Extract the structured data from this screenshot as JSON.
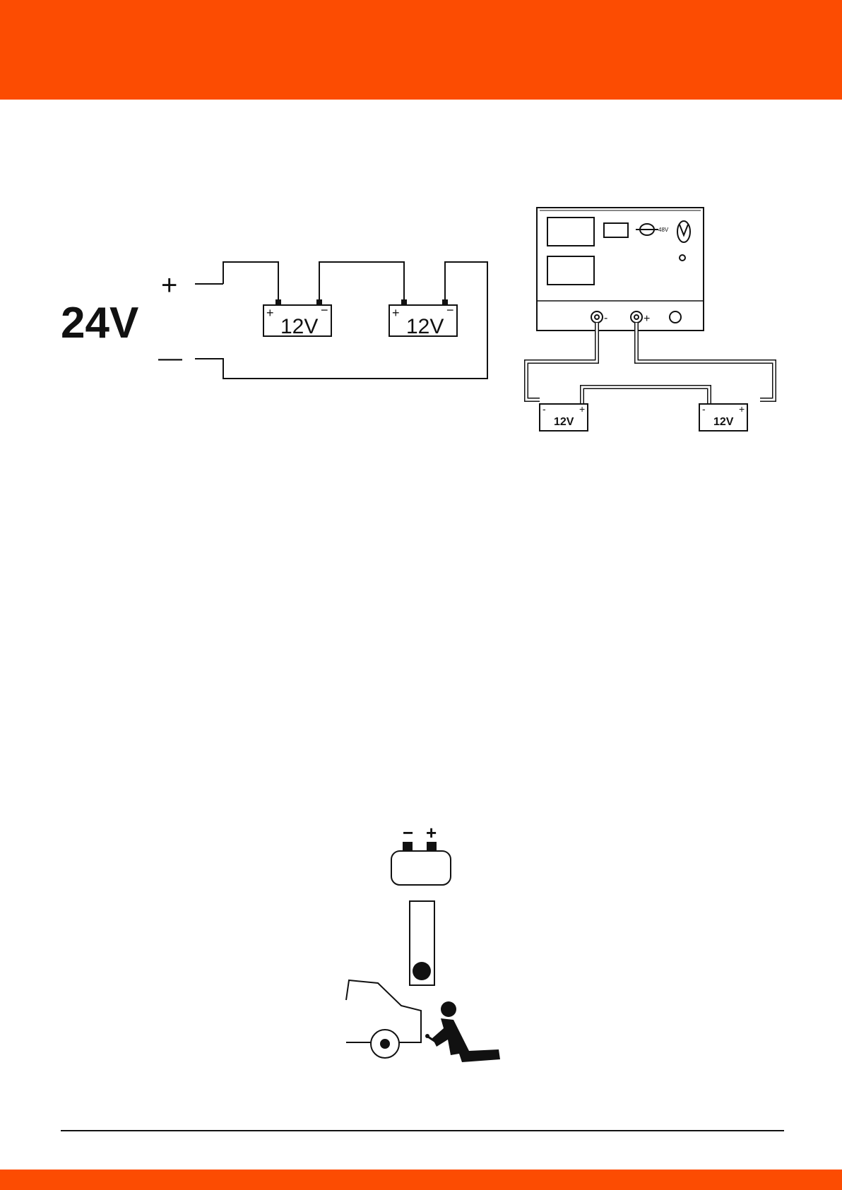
{
  "colors": {
    "band": "#fc4c02",
    "ink": "#111111"
  },
  "schematic": {
    "voltage_label": "24V",
    "plus_sign": "+",
    "minus_sign": "—",
    "batteries": [
      {
        "label": "12V",
        "plus": "+",
        "minus": "−"
      },
      {
        "label": "12V",
        "plus": "+",
        "minus": "−"
      }
    ]
  },
  "charger_drawing": {
    "terminal_minus": "-",
    "terminal_plus": "+",
    "dial_mark": "48V",
    "batteries": [
      {
        "label": "12V",
        "minus": "-",
        "plus": "+"
      },
      {
        "label": "12V",
        "minus": "-",
        "plus": "+"
      }
    ]
  },
  "safety_icon": {
    "battery_minus": "−",
    "battery_plus": "+"
  }
}
